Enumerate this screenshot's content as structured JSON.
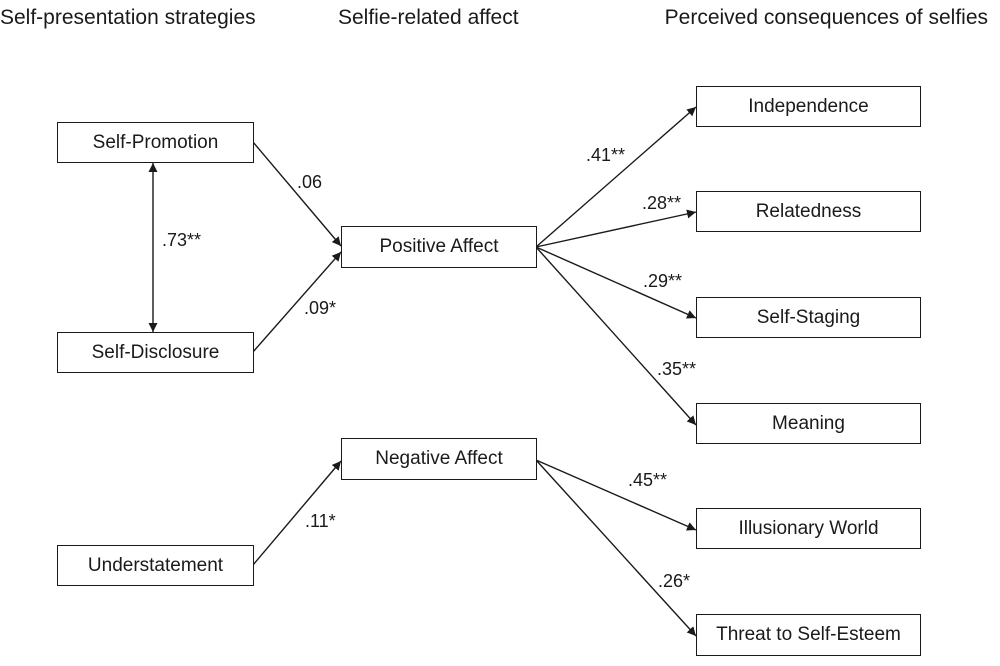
{
  "headers": {
    "strategies": "Self-presentation strategies",
    "affect": "Selfie-related affect",
    "consequences": "Perceived consequences of selfies"
  },
  "nodes": {
    "self_promotion": "Self-Promotion",
    "self_disclosure": "Self-Disclosure",
    "understatement": "Understatement",
    "positive_affect": "Positive Affect",
    "negative_affect": "Negative Affect",
    "independence": "Independence",
    "relatedness": "Relatedness",
    "self_staging": "Self-Staging",
    "meaning": "Meaning",
    "illusionary_world": "Illusionary World",
    "threat_self_esteem": "Threat to Self-Esteem"
  },
  "edges": [
    {
      "from": "self_promotion",
      "to": "self_disclosure",
      "label": ".73**",
      "bidirectional": true
    },
    {
      "from": "self_promotion",
      "to": "positive_affect",
      "label": ".06"
    },
    {
      "from": "self_disclosure",
      "to": "positive_affect",
      "label": ".09*"
    },
    {
      "from": "understatement",
      "to": "negative_affect",
      "label": ".11*"
    },
    {
      "from": "positive_affect",
      "to": "independence",
      "label": ".41**"
    },
    {
      "from": "positive_affect",
      "to": "relatedness",
      "label": ".28**"
    },
    {
      "from": "positive_affect",
      "to": "self_staging",
      "label": ".29**"
    },
    {
      "from": "positive_affect",
      "to": "meaning",
      "label": ".35**"
    },
    {
      "from": "negative_affect",
      "to": "illusionary_world",
      "label": ".45**"
    },
    {
      "from": "negative_affect",
      "to": "threat_self_esteem",
      "label": ".26*"
    }
  ]
}
